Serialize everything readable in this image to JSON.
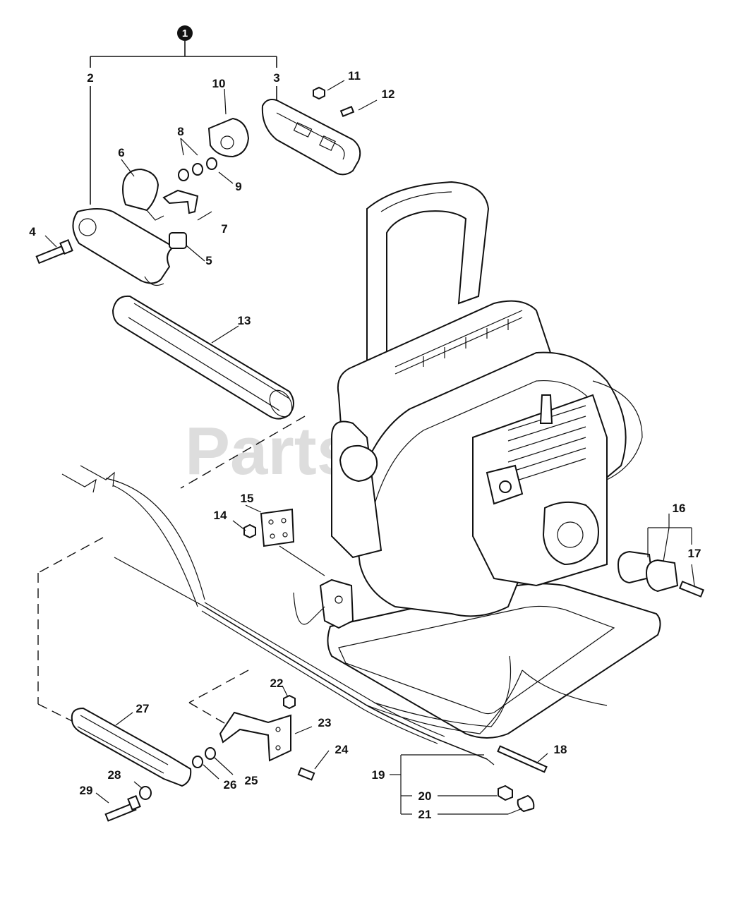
{
  "watermark": "PartsTree",
  "group_badge": "1",
  "callouts": {
    "c2": "2",
    "c3": "3",
    "c4": "4",
    "c5": "5",
    "c6": "6",
    "c7": "7",
    "c8": "8",
    "c9": "9",
    "c10": "10",
    "c11": "11",
    "c12": "12",
    "c13": "13",
    "c14": "14",
    "c15": "15",
    "c16": "16",
    "c17": "17",
    "c18": "18",
    "c19": "19",
    "c20": "20",
    "c21": "21",
    "c22": "22",
    "c23": "23",
    "c24": "24",
    "c25": "25",
    "c26": "26",
    "c27": "27",
    "c28": "28",
    "c29": "29"
  }
}
